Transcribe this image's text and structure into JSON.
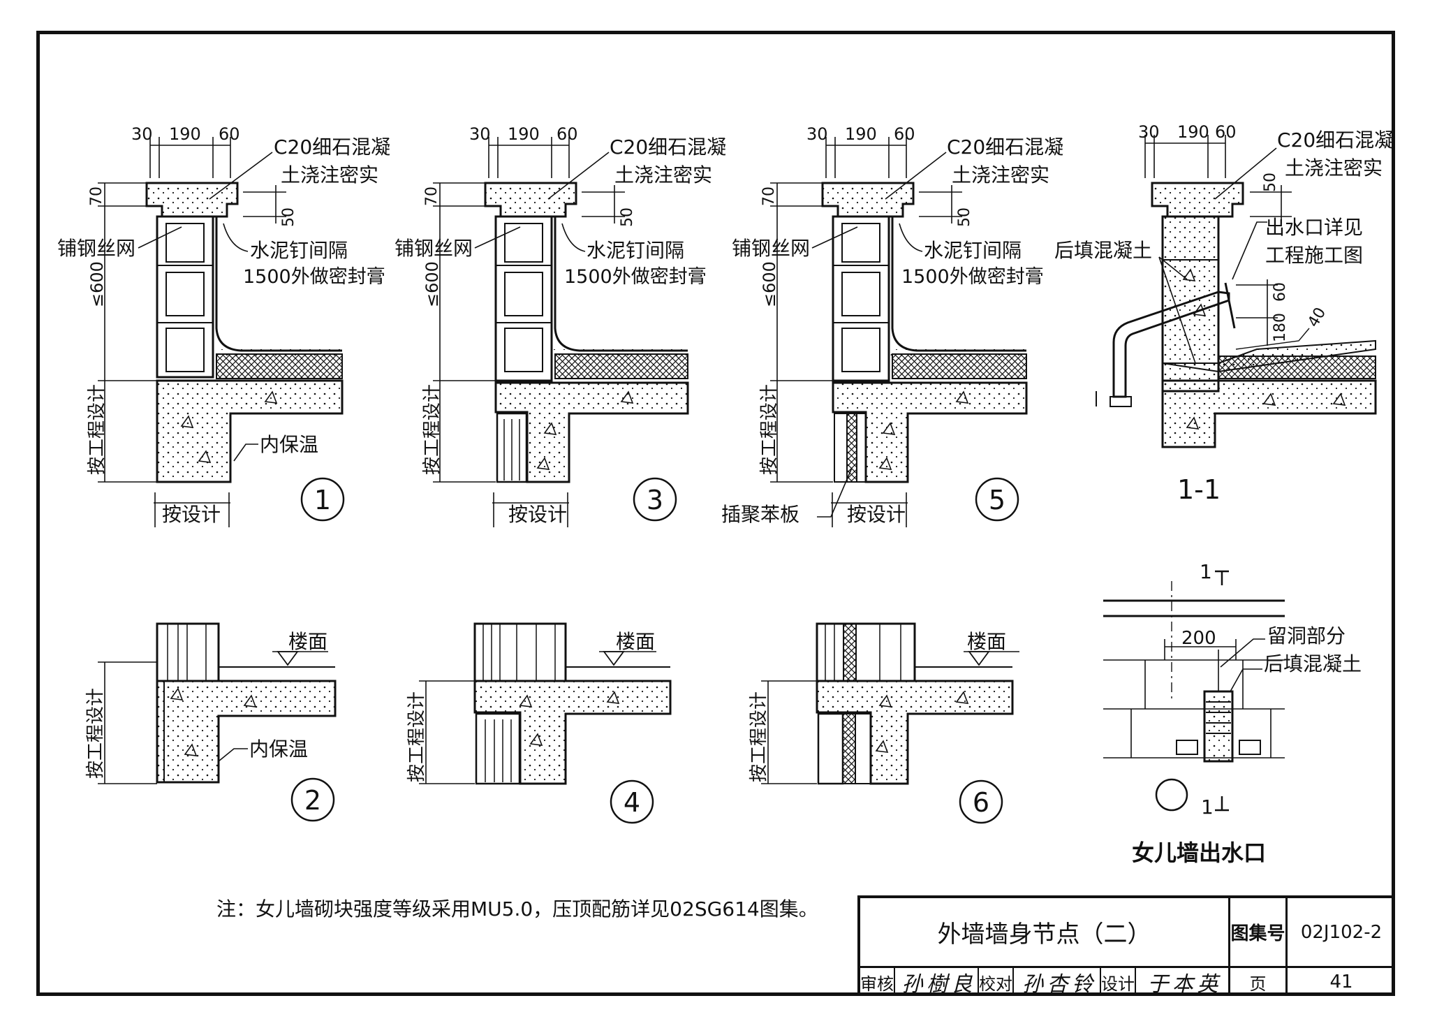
{
  "dims": {
    "d30": "30",
    "d190": "190",
    "d60": "60",
    "d70": "70",
    "d50": "50",
    "d600": "≤600",
    "d200": "200",
    "d60b": "60",
    "d180": "180",
    "d40": "40"
  },
  "labels": {
    "c20_line1": "C20细石混凝",
    "c20_line2": "土浇注密实",
    "wire_mesh": "铺钢丝网",
    "nail_line1": "水泥钉间隔",
    "nail_line2": "1500外做密封膏",
    "by_engineering": "按工程设计",
    "by_design": "按设计",
    "inner_insulation": "内保温",
    "polystyrene": "插聚苯板",
    "backfill": "后填混凝土",
    "outlet_line1": "出水口详见",
    "outlet_line2": "工程施工图",
    "floor": "楼面",
    "reserved_hole": "留洞部分",
    "backfill2": "后填混凝土",
    "section_label": "1-1",
    "cut_mark": "1",
    "outlet_title": "女儿墙出水口"
  },
  "detail_numbers": [
    "1",
    "2",
    "3",
    "4",
    "5",
    "6"
  ],
  "note": "注：女儿墙砌块强度等级采用MU5.0，压顶配筋详见02SG614图集。",
  "title_block": {
    "title": "外墙墙身节点（二）",
    "atlas_label": "图集号",
    "atlas_no": "02J102-2",
    "review_label": "审核",
    "reviewer_sig": "孙 樹 良",
    "check_label": "校对",
    "checker_sig": "孙 杏 铃",
    "design_label": "设计",
    "designer_sig": "于 本 英",
    "page_label": "页",
    "page_no": "41"
  }
}
